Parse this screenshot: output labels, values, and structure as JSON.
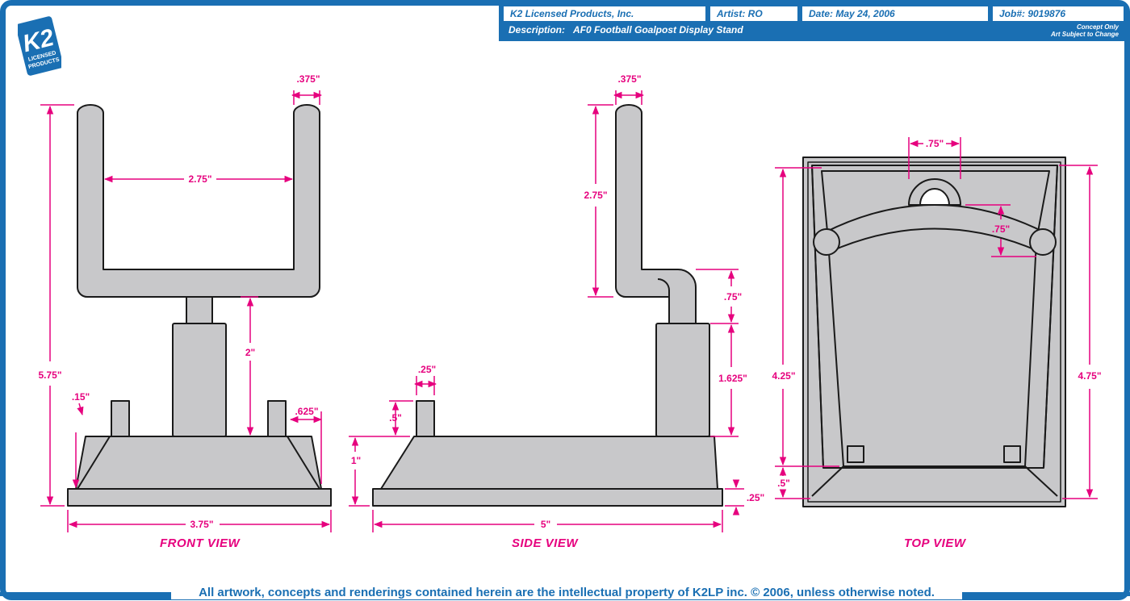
{
  "header": {
    "company": "K2 Licensed Products, Inc.",
    "artist": "Artist: RO",
    "date": "Date: May 24, 2006",
    "job": "Job#: 9019876",
    "description_label": "Description:",
    "description": "AF0 Football Goalpost Display Stand",
    "note_line1": "Concept Only",
    "note_line2": "Art Subject to Change"
  },
  "logo": {
    "mark": "K2",
    "line1": "LICENSED",
    "line2": "PRODUCTS"
  },
  "views": {
    "front": {
      "title": "FRONT VIEW",
      "dims": {
        "top_right": ".375\"",
        "uprights": "2.75\"",
        "height": "5.75\"",
        "post": "2\"",
        "peg_left": ".15\"",
        "peg_right": ".625\"",
        "width": "3.75\""
      }
    },
    "side": {
      "title": "SIDE VIEW",
      "dims": {
        "top": ".375\"",
        "upright": "2.75\"",
        "elbow": ".75\"",
        "column": "1.625\"",
        "peg_w": ".25\"",
        "peg_h": ".5\"",
        "base_h": "1\"",
        "plinth": ".25\"",
        "length": "5\""
      }
    },
    "top": {
      "title": "TOP VIEW",
      "dims": {
        "ring": ".75\"",
        "arc": ".75\"",
        "inner": "4.25\"",
        "outer": "4.75\"",
        "front": ".5\""
      }
    }
  },
  "footer": {
    "copyright": "All artwork, concepts and renderings contained herein are the intellectual property of K2LP inc. © 2006, unless otherwise noted."
  },
  "colors": {
    "brand_blue": "#1a6fb3",
    "dimension_magenta": "#e6007e",
    "part_gray": "#c8c8ca",
    "outline": "#1a1a1a"
  }
}
